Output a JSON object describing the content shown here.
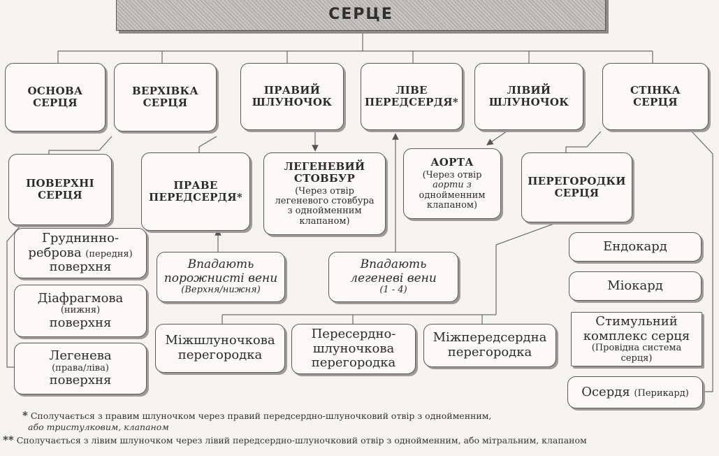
{
  "title": "СЕРЦЕ",
  "top_boxes": {
    "basis": [
      "ОСНОВА",
      "СЕРЦЯ"
    ],
    "apex": [
      "ВЕРХІВКА",
      "СЕРЦЯ"
    ],
    "right_ventricle": [
      "ПРАВИЙ",
      "ШЛУНОЧОК"
    ],
    "left_atrium": [
      "ЛІВЕ",
      "ПЕРЕДСЕРДЯ*"
    ],
    "left_ventricle": [
      "ЛІВИЙ",
      "ШЛУНОЧОК"
    ],
    "wall": [
      "СТІНКА",
      "СЕРЦЯ"
    ]
  },
  "surfaces": {
    "header": [
      "ПОВЕРХНІ",
      "СЕРЦЯ"
    ],
    "items": [
      {
        "l1": "Груднинно-",
        "l2": "реброва",
        "note": "(передня)",
        "l3": "поверхня"
      },
      {
        "l1": "Діафрагмова",
        "note": "(нижня)",
        "l3": "поверхня"
      },
      {
        "l1": "Легенева",
        "note": "(права/ліва)",
        "l3": "поверхня"
      }
    ]
  },
  "right_atrium": [
    "ПРАВЕ",
    "ПЕРЕДСЕРДЯ*"
  ],
  "pulmonary_trunk": {
    "title": [
      "ЛЕГЕНЕВИЙ",
      "СТОВБУР"
    ],
    "note": [
      "(Через отвір",
      "легеневого стовбура",
      "з однойменним",
      "клапаном)"
    ]
  },
  "aorta": {
    "title": "АОРТА",
    "note": [
      "(Через отвір",
      "аорти з",
      "однойменним",
      "клапаном)"
    ]
  },
  "septa": [
    "ПЕРЕГОРОДКИ",
    "СЕРЦЯ"
  ],
  "venae_cavae": {
    "l1": "Впадають",
    "l2": "порожнисті вени",
    "note": "(Верхня/нижня)"
  },
  "pulm_veins": {
    "l1": "Впадають",
    "l2": "легеневі вени",
    "note": "(1 - 4)"
  },
  "septa_items": {
    "interventricular": [
      "Міжшлуночкова",
      "перегородка"
    ],
    "atrioventricular": [
      "Пересердно-",
      "шлуночкова",
      "перегородка"
    ],
    "interatrial": [
      "Міжпередсердна",
      "перегородка"
    ]
  },
  "wall_layers": {
    "endocardium": "Ендокард",
    "myocardium": "Міокард",
    "conduction": {
      "l1": "Стимульний",
      "l2": "комплекс серця",
      "note": "(Провідна система серця)"
    },
    "epicardium": {
      "l1": "Осердя",
      "note": "(Перикард)"
    }
  },
  "footnotes": {
    "mark1": "*",
    "line1": "Сполучається з правим шлуночком через правий передсердно-шлуночковий отвір з однойменним,",
    "line1b": "або тристулковим, клапаном",
    "mark2": "**",
    "line2": "Сполучається з лівим шлуночком через лівий передсердно-шлуночковий отвір з однойменним, або мітральним, клапаном"
  }
}
